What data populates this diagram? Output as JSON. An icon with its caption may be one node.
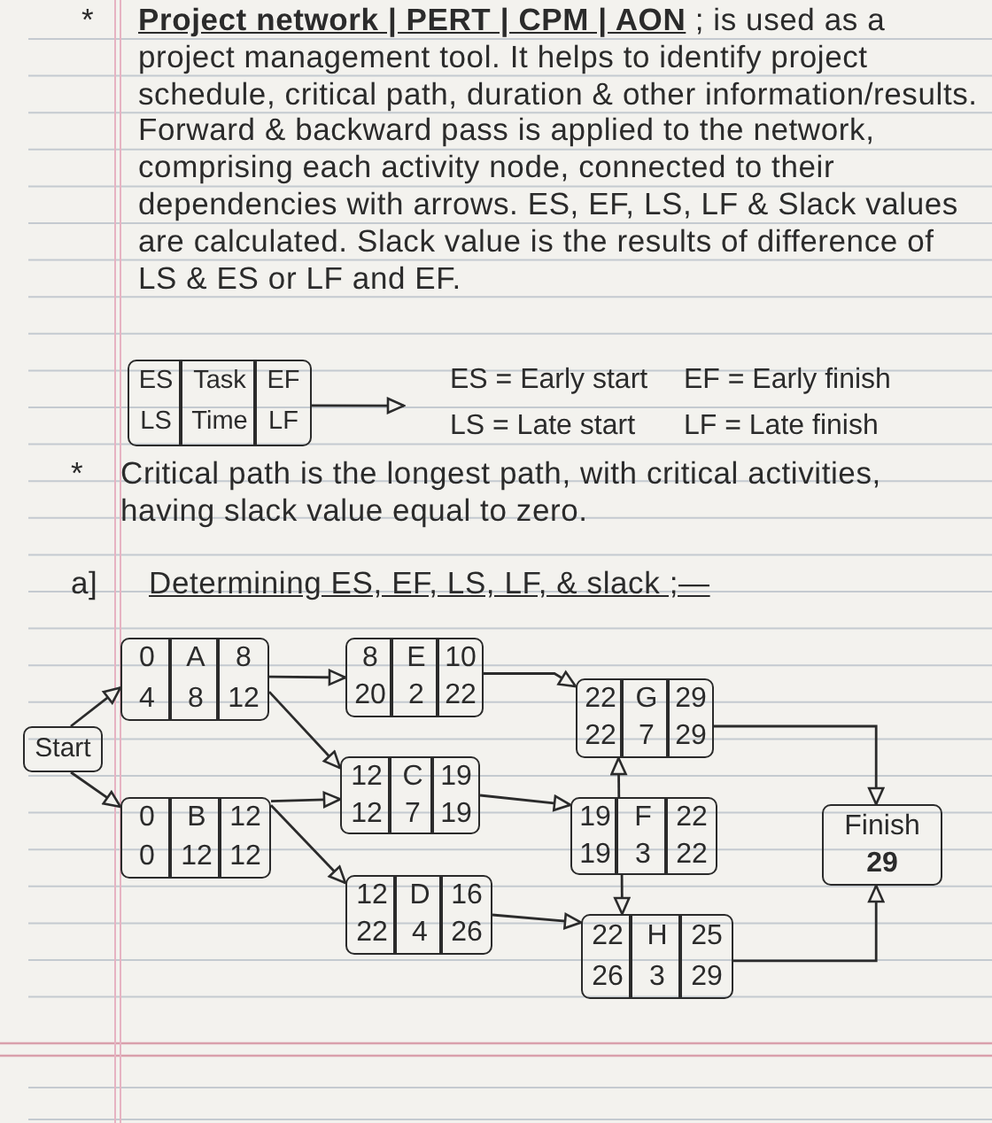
{
  "diagram": {
    "nodes": [
      {
        "text": [
          "ES",
          "Task",
          "EF",
          "LS",
          "Time",
          "LF"
        ]
      },
      {
        "text": [
          "ES = Early start",
          "EF = Early finish",
          "LS = Late start",
          "LF = Late finish"
        ]
      },
      {
        "text": [
          "0",
          "A",
          "8",
          "4",
          "8",
          "12"
        ]
      },
      {
        "text": [
          "8",
          "E",
          "10",
          "20",
          "2",
          "22"
        ]
      },
      {
        "text": [
          "22",
          "G",
          "29",
          "22",
          "7",
          "29"
        ]
      },
      {
        "text": [
          "Start"
        ]
      },
      {
        "text": [
          "12",
          "C",
          "19",
          "12",
          "7",
          "19"
        ]
      },
      {
        "text": [
          "0",
          "B",
          "12",
          "0",
          "12",
          "12"
        ]
      },
      {
        "text": [
          "19",
          "F",
          "22",
          "19",
          "3",
          "22"
        ]
      },
      {
        "text": [
          "Finish",
          "29"
        ]
      },
      {
        "text": [
          "12",
          "D",
          "16",
          "22",
          "4",
          "26"
        ]
      },
      {
        "text": [
          "22",
          "H",
          "25",
          "26",
          "3",
          "29"
        ]
      }
    ],
    "edges": [
      {
        "from": 0,
        "to": 1,
        "arrow": "to"
      },
      {
        "from": 5,
        "to": 2,
        "arrow": "to"
      },
      {
        "from": 5,
        "to": 7,
        "arrow": "to"
      },
      {
        "from": 2,
        "to": 3,
        "arrow": "to"
      },
      {
        "from": 2,
        "to": 6,
        "arrow": "to"
      },
      {
        "from": 7,
        "to": 6,
        "arrow": "to"
      },
      {
        "from": 7,
        "to": 10,
        "arrow": "to"
      },
      {
        "from": 3,
        "to": 4,
        "arrow": "to"
      },
      {
        "from": 6,
        "to": 8,
        "arrow": "to"
      },
      {
        "from": 8,
        "to": 4,
        "arrow": "to"
      },
      {
        "from": 8,
        "to": 11,
        "arrow": "to"
      },
      {
        "from": 10,
        "to": 11,
        "arrow": "to"
      },
      {
        "from": 4,
        "to": 9,
        "arrow": "to"
      },
      {
        "from": 11,
        "to": 9,
        "arrow": "to"
      }
    ],
    "labels": [
      "*",
      "**Project network | PERT | CPM | AON** ; is used as a project management tool. It helps to identify project schedule, critical path, duration & other information/results. Forward & backward pass is applied to the network, comprising each activity node, connected to their dependencies with arrows. ES, EF, LS, LF & Slack values are calculated. Slack value is the results of difference of LS & ES or LF and EF.",
      "*",
      "Critical path is the longest path, with critical activities, having slack value equal to zero.",
      "a]",
      "Determining ES, EF, LS, LF, & slack ;—"
    ]
  }
}
